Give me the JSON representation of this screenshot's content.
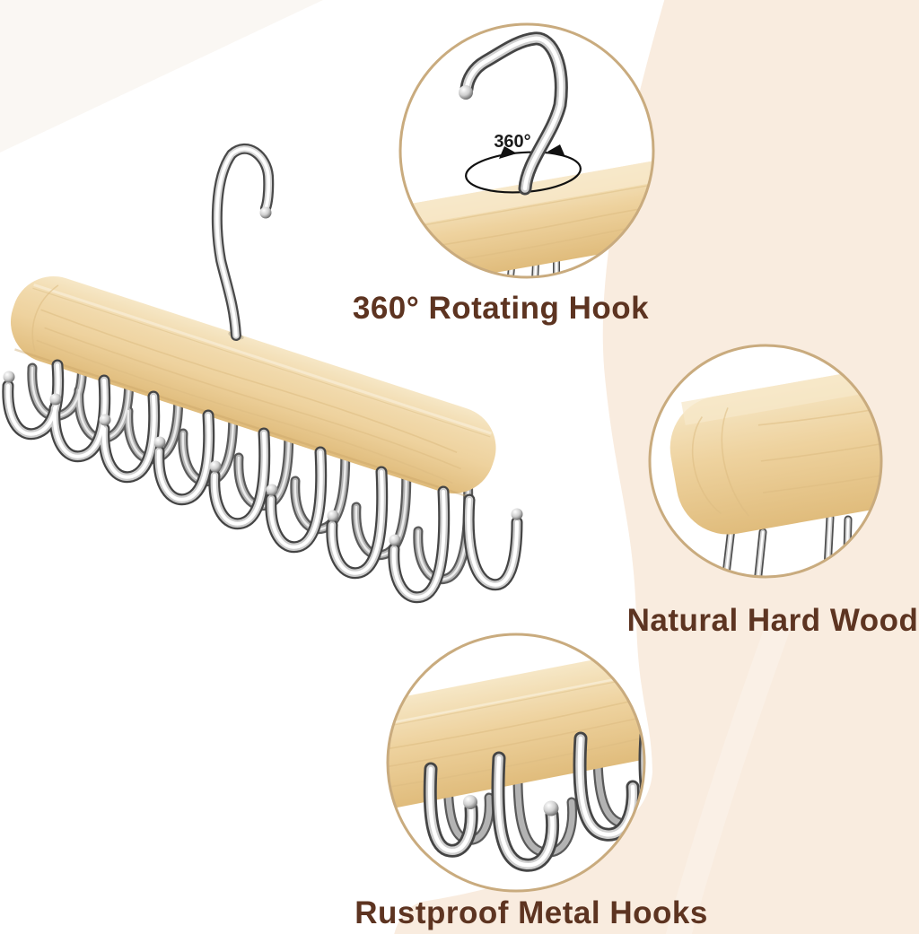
{
  "product": {
    "description": "natural wood hanger with 360-degree swivel hook and row of metal accessory hooks"
  },
  "callouts": [
    {
      "id": "rotating-hook",
      "label": "360° Rotating Hook",
      "annotation": "360°"
    },
    {
      "id": "natural-wood",
      "label": "Natural Hard Wood"
    },
    {
      "id": "metal-hooks",
      "label": "Rustproof Metal Hooks"
    }
  ],
  "colors": {
    "background": "#ffffff",
    "background_cream": "#f9ecdf",
    "circle_ring": "#c9ab7e",
    "label_text": "#5d3421",
    "annotation_text": "#1c1c1c",
    "wood_light": "#f6e7c6",
    "wood_mid": "#eed29e",
    "wood_dark": "#e0bc7c",
    "chrome_dark": "#474747",
    "chrome_light": "#ffffff"
  }
}
